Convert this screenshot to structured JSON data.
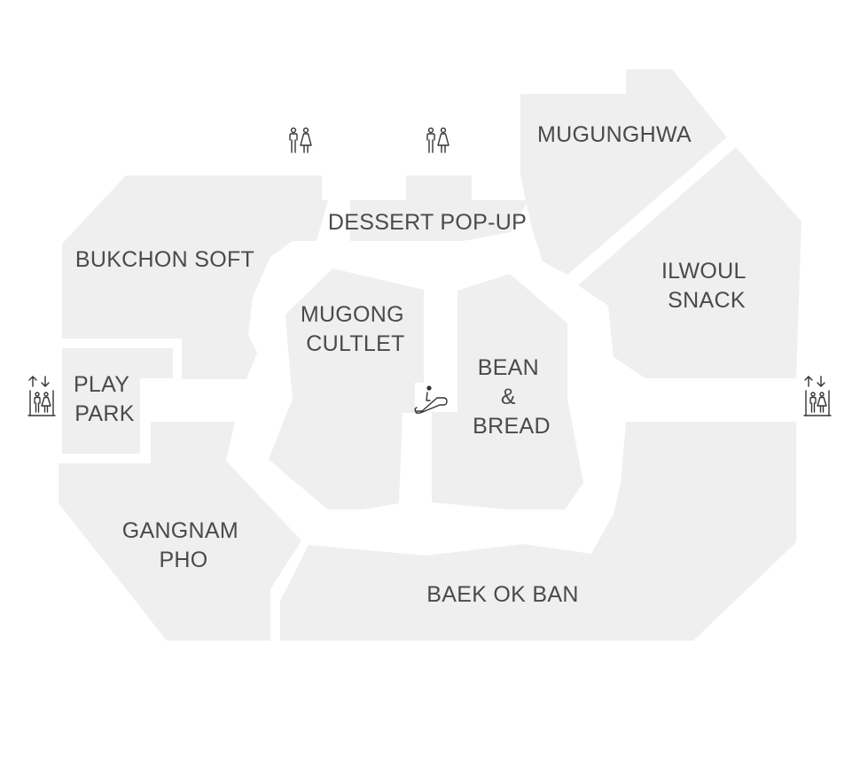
{
  "map": {
    "floor_name": "",
    "stores": [
      {
        "id": "mugunghwa",
        "lines": [
          "MUGUNGHWA"
        ]
      },
      {
        "id": "dessert-popup",
        "lines": [
          "DESSERT POP-UP"
        ]
      },
      {
        "id": "bukchon-soft",
        "lines": [
          "BUKCHON SOFT"
        ]
      },
      {
        "id": "ilwoul-snack",
        "lines": [
          "ILWOUL",
          "SNACK"
        ]
      },
      {
        "id": "mugong-cultlet",
        "lines": [
          "MUGONG",
          "CULTLET"
        ]
      },
      {
        "id": "bean-bread",
        "lines": [
          "BEAN",
          "&",
          "BREAD"
        ]
      },
      {
        "id": "play-park",
        "lines": [
          "PLAY",
          "PARK"
        ]
      },
      {
        "id": "gangnam-pho",
        "lines": [
          "GANGNAM",
          "PHO"
        ]
      },
      {
        "id": "baek-ok-ban",
        "lines": [
          "BAEK OK BAN"
        ]
      }
    ],
    "facilities": [
      {
        "id": "restroom-left",
        "icon": "restroom-icon"
      },
      {
        "id": "restroom-right",
        "icon": "restroom-icon"
      },
      {
        "id": "escalator",
        "icon": "escalator-icon"
      },
      {
        "id": "elevator-left",
        "icon": "elevator-icon"
      },
      {
        "id": "elevator-right",
        "icon": "elevator-icon"
      }
    ],
    "colors": {
      "zone_fill": "#efefef",
      "label": "#4a4a4a",
      "icon": "#333333",
      "background": "#ffffff"
    }
  }
}
